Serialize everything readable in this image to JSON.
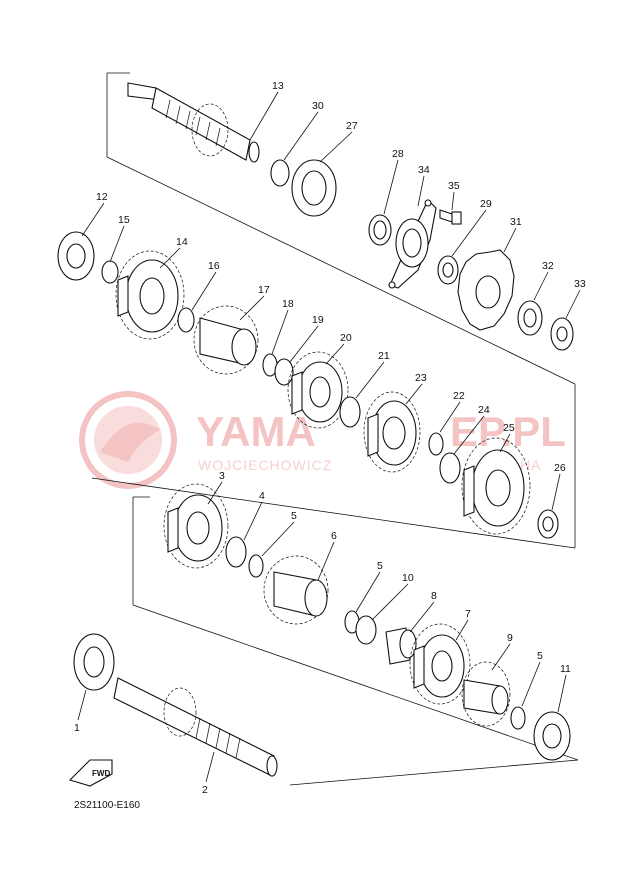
{
  "diagram": {
    "code": "2S21100-E160",
    "fwd_label": "FWD",
    "watermark": {
      "main_left": "YAMA",
      "main_right": "EP.PL",
      "sub_left": "WOJCIECHOWICZ",
      "sub_right": "HA"
    },
    "callouts": [
      "1",
      "2",
      "3",
      "4",
      "5",
      "5",
      "5",
      "6",
      "7",
      "8",
      "9",
      "10",
      "11",
      "12",
      "13",
      "14",
      "15",
      "16",
      "17",
      "18",
      "19",
      "20",
      "21",
      "22",
      "23",
      "24",
      "25",
      "26",
      "27",
      "28",
      "29",
      "30",
      "31",
      "32",
      "33",
      "34",
      "35"
    ]
  }
}
